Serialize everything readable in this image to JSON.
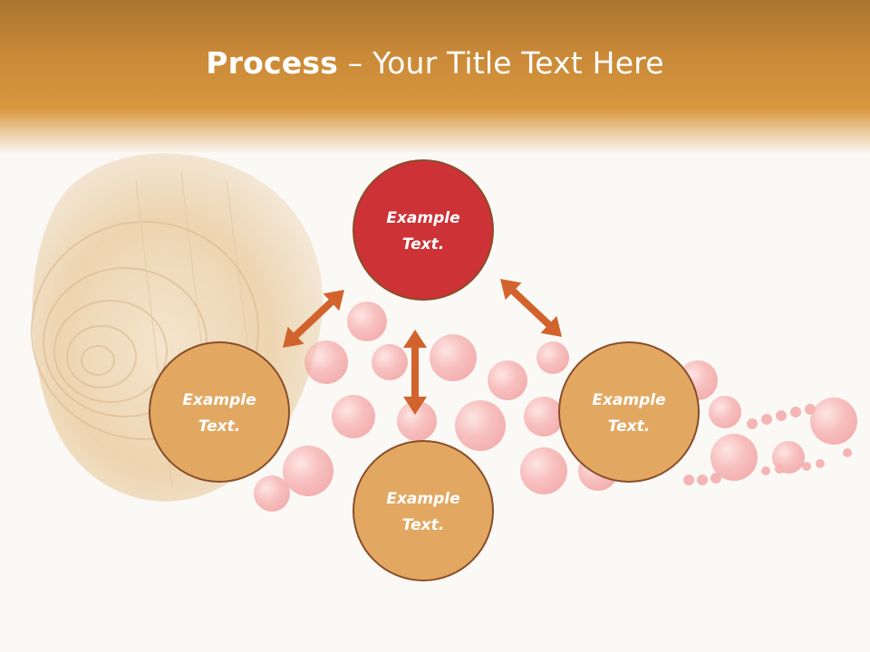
{
  "title": {
    "bold": "Process",
    "rest": " – Your Title Text Here"
  },
  "colors": {
    "accent_node": "#cc3236",
    "node": "#e2a862",
    "node_border": "#8a4d2a",
    "arrow": "#d2632c"
  },
  "nodes": [
    {
      "id": "top",
      "line1": "Example",
      "line2": "Text.",
      "accent": true
    },
    {
      "id": "left",
      "line1": "Example",
      "line2": "Text.",
      "accent": false
    },
    {
      "id": "bottom",
      "line1": "Example",
      "line2": "Text.",
      "accent": false
    },
    {
      "id": "right",
      "line1": "Example",
      "line2": "Text.",
      "accent": false
    }
  ]
}
